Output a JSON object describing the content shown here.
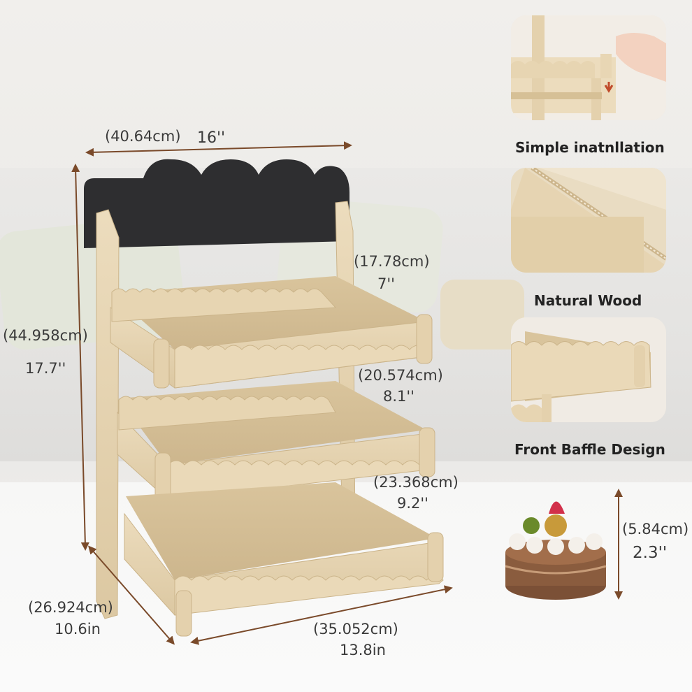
{
  "dimensions": {
    "width_cm": "(40.64cm)",
    "width_in": "16''",
    "height_cm": "(44.958cm)",
    "height_in": "17.7''",
    "tier1_cm": "(17.78cm)",
    "tier1_in": "7''",
    "tier2_cm": "(20.574cm)",
    "tier2_in": "8.1''",
    "tier3_cm": "(23.368cm)",
    "tier3_in": "9.2''",
    "depth_cm": "(26.924cm)",
    "depth_in": "10.6in",
    "base_cm": "(35.052cm)",
    "base_in": "13.8in",
    "cake_cm": "(5.84cm)",
    "cake_in": "2.3''"
  },
  "features": [
    {
      "caption": "Simple inatnllation"
    },
    {
      "caption": "Natural Wood"
    },
    {
      "caption": "Front Baffle Design"
    }
  ],
  "colors": {
    "wood": "#e8d6b4",
    "wood_dark": "#d8c29a",
    "board": "#2e2e30",
    "arrow": "#7a4a2a"
  }
}
